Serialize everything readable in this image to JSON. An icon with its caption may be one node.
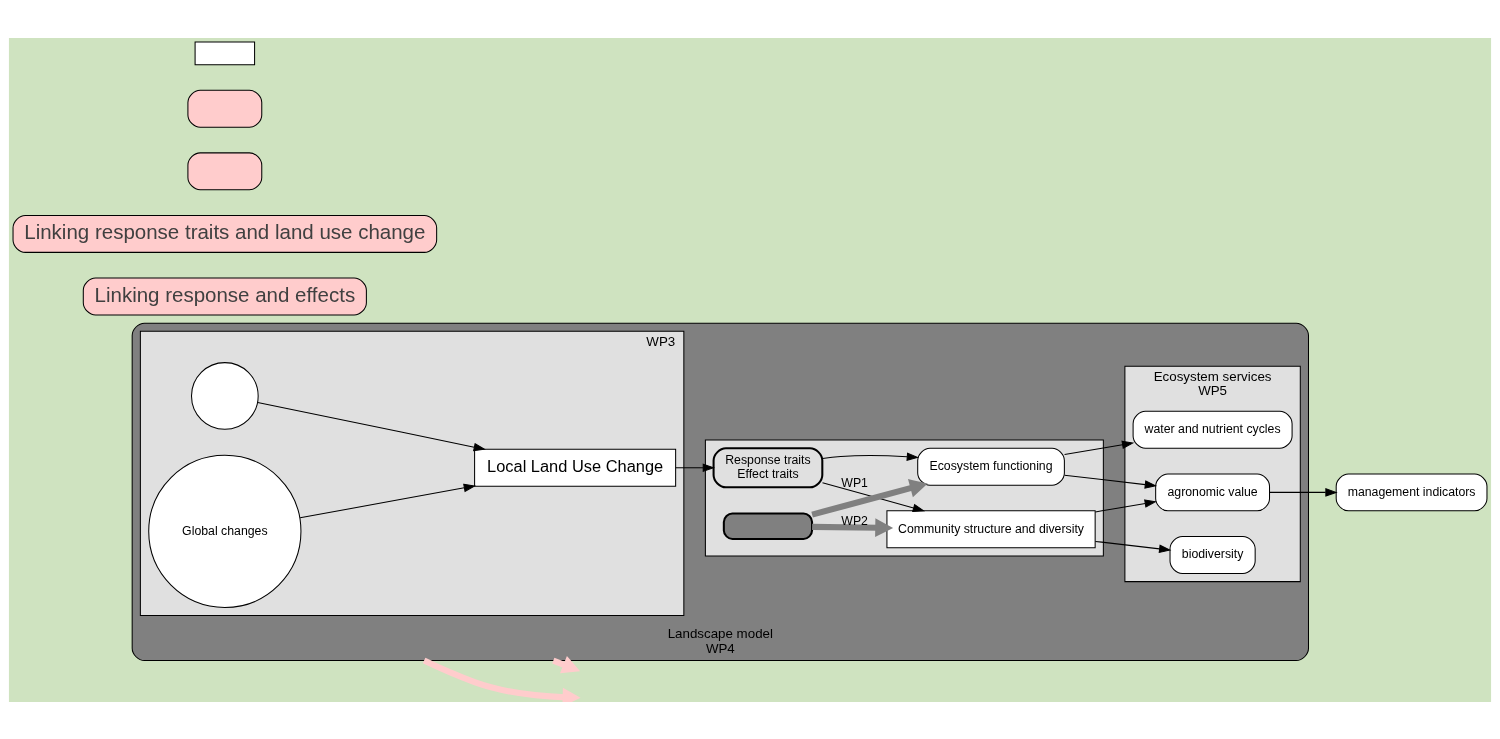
{
  "diagram": {
    "nodes": [
      {
        "text": [
          "Landscape model",
          "WP4"
        ]
      },
      {
        "text": [
          "WP3"
        ],
        "in": 0
      },
      {
        "text": [
          "Global changes"
        ],
        "in": 1
      },
      {
        "text": [
          "Local Land Use Change"
        ],
        "in": 1
      },
      {
        "text": [],
        "shape": "circle",
        "in": 1
      },
      {
        "text": [],
        "shape": "box",
        "in": 0
      },
      {
        "text": [
          "Response traits",
          "Effect traits"
        ],
        "in": 5
      },
      {
        "text": [],
        "shape": "oval",
        "in": 5
      },
      {
        "text": [
          "Community structure and diversity"
        ],
        "in": 5
      },
      {
        "text": [
          "Ecosystem functioning"
        ],
        "in": 5
      },
      {
        "text": [
          "Ecosystem services",
          "WP5"
        ],
        "in": 0
      },
      {
        "text": [
          "biodiversity"
        ],
        "in": 10
      },
      {
        "text": [
          "agronomic value"
        ],
        "in": 10
      },
      {
        "text": [
          "water and nutrient cycles"
        ],
        "in": 10
      },
      {
        "text": [
          "management indicators"
        ]
      },
      {
        "text": [
          "Linking response and effects"
        ]
      },
      {
        "text": [
          "Linking response traits and land use change"
        ]
      },
      {
        "text": [],
        "shape": "callout"
      },
      {
        "text": [],
        "shape": "callout"
      },
      {
        "text": [],
        "shape": "box"
      }
    ],
    "edges": [
      {
        "from": 2,
        "to": 3,
        "arrow": "to"
      },
      {
        "from": 4,
        "to": 3,
        "arrow": "to"
      },
      {
        "from": 3,
        "to": 6,
        "arrow": "to"
      },
      {
        "from": 6,
        "to": 8,
        "label": "WP1",
        "arrow": "to"
      },
      {
        "from": 6,
        "to": 9,
        "arrow": "to"
      },
      {
        "from": 7,
        "to": 8,
        "label": "WP2",
        "arrow": "to",
        "style": "thick",
        "color": "#808080"
      },
      {
        "from": 7,
        "to": 9,
        "arrow": "to",
        "style": "thick",
        "color": "#808080"
      },
      {
        "from": 8,
        "to": 11,
        "arrow": "to"
      },
      {
        "from": 8,
        "to": 12,
        "arrow": "to"
      },
      {
        "from": 9,
        "to": 12,
        "arrow": "to"
      },
      {
        "from": 9,
        "to": 13,
        "arrow": "to"
      },
      {
        "from": 12,
        "to": 14,
        "arrow": "to"
      },
      {
        "from": 0,
        "to": null,
        "arrow": "to",
        "style": "thick",
        "color": "#ffcccc"
      },
      {
        "from": 0,
        "to": null,
        "arrow": "to",
        "style": "thick",
        "color": "#ffcccc"
      }
    ]
  }
}
